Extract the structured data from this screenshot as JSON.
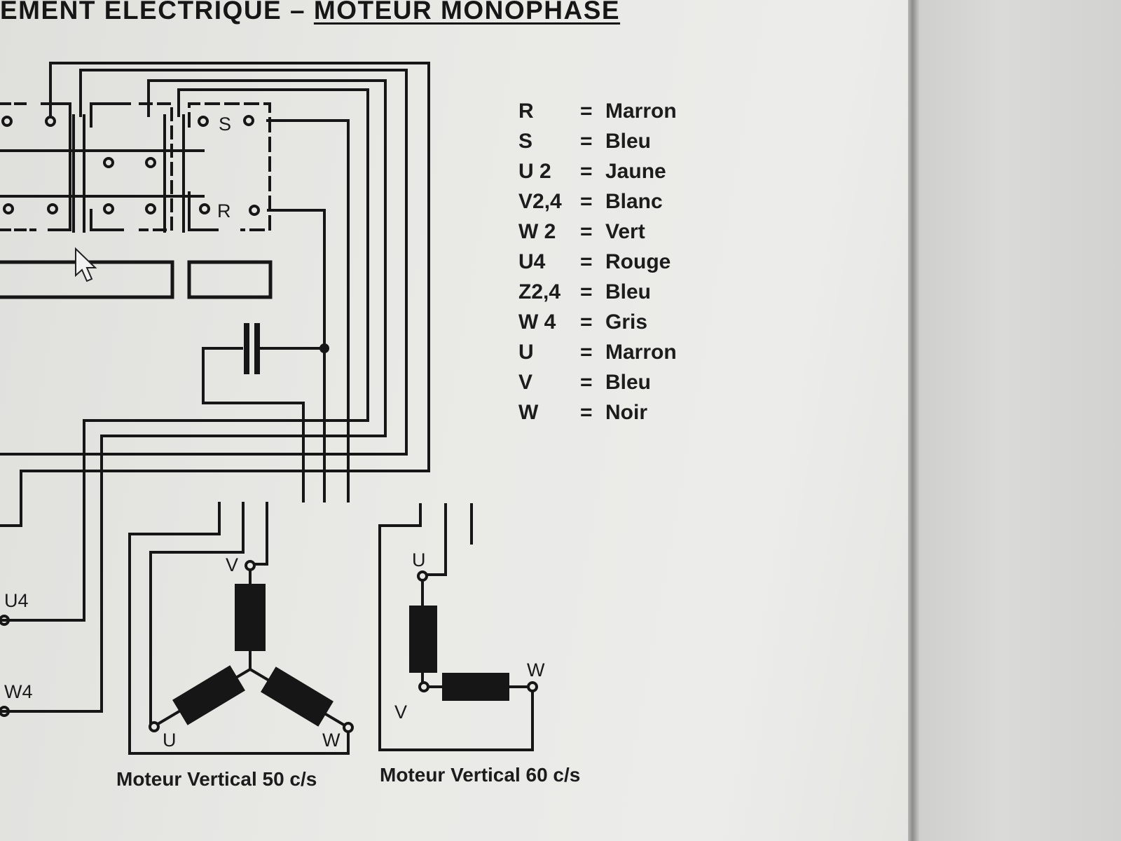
{
  "title": {
    "part1": "EMENT ELECTRIQUE",
    "dash": "–",
    "part2": "MOTEUR MONOPHASE"
  },
  "legend": [
    {
      "code": "R",
      "eq": "=",
      "color": "Marron"
    },
    {
      "code": "S",
      "eq": "=",
      "color": "Bleu"
    },
    {
      "code": "U 2",
      "eq": "=",
      "color": "Jaune"
    },
    {
      "code": "V2,4",
      "eq": "=",
      "color": "Blanc"
    },
    {
      "code": "W 2",
      "eq": "=",
      "color": "Vert"
    },
    {
      "code": "U4",
      "eq": "=",
      "color": "Rouge"
    },
    {
      "code": "Z2,4",
      "eq": "=",
      "color": "Bleu"
    },
    {
      "code": "W 4",
      "eq": "=",
      "color": "Gris"
    },
    {
      "code": "U",
      "eq": "=",
      "color": "Marron"
    },
    {
      "code": "V",
      "eq": "=",
      "color": "Bleu"
    },
    {
      "code": "W",
      "eq": "=",
      "color": "Noir"
    }
  ],
  "terminals": {
    "s": "S",
    "r": "R"
  },
  "left_labels": {
    "u4": "U4",
    "w4": "W4"
  },
  "motor_50": {
    "caption": "Moteur Vertical 50 c/s",
    "v": "V",
    "u": "U",
    "w": "W"
  },
  "motor_60": {
    "caption": "Moteur Vertical 60 c/s",
    "u": "U",
    "v": "V",
    "w": "W"
  },
  "colors": {
    "ink": "#161616",
    "paper": "#e8e8e5"
  }
}
